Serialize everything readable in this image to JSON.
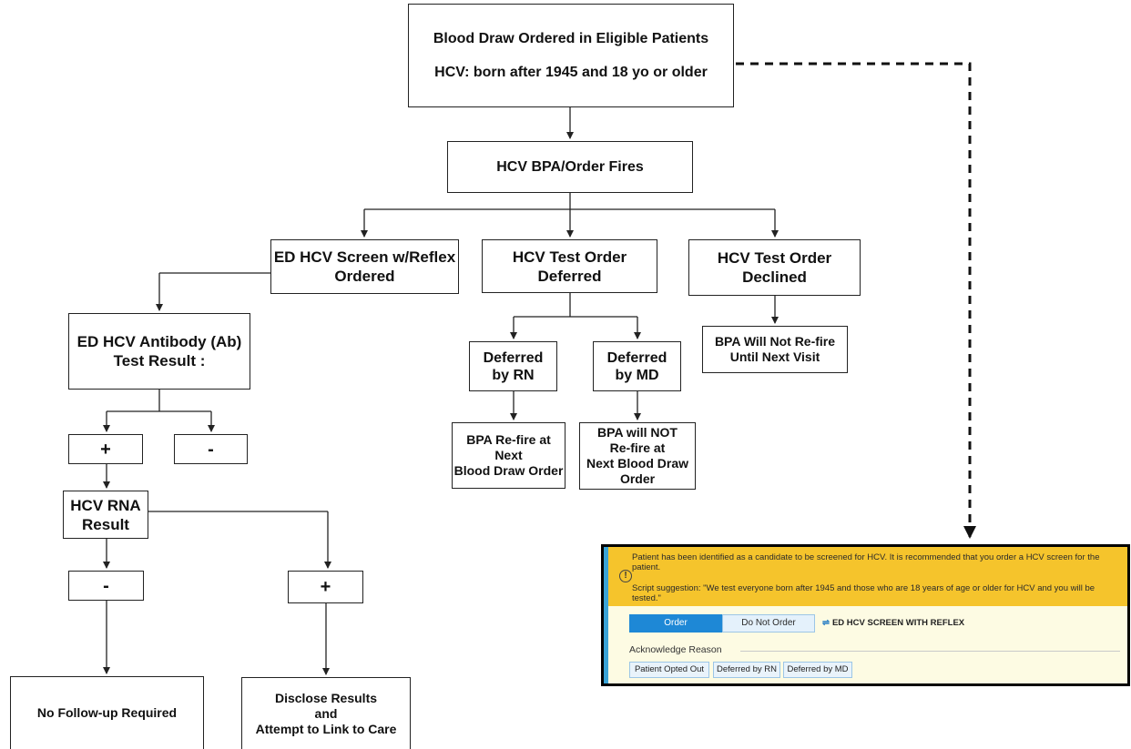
{
  "flowchart": {
    "top": {
      "line1": "Blood Draw Ordered in Eligible Patients",
      "line2": "HCV: born after 1945 and 18 yo or older"
    },
    "bpa_fires": "HCV BPA/Order Fires",
    "screen_ordered": {
      "line1": "ED HCV Screen w/Reflex",
      "line2": "Ordered"
    },
    "deferred": {
      "line1": "HCV Test Order",
      "line2": "Deferred"
    },
    "declined": {
      "line1": "HCV Test Order",
      "line2": "Declined"
    },
    "antibody": {
      "line1": "ED HCV Antibody (Ab)",
      "line2": "Test Result :"
    },
    "ab_positive": "+",
    "ab_negative": "-",
    "deferred_rn": {
      "line1": "Deferred",
      "line2": "by RN"
    },
    "deferred_md": {
      "line1": "Deferred",
      "line2": "by MD"
    },
    "no_refire": {
      "line1": "BPA Will Not Re-fire",
      "line2": "Until Next Visit"
    },
    "refire_next": {
      "line1": "BPA Re-fire at",
      "line2": "Next",
      "line3": "Blood Draw Order"
    },
    "not_refire_next": {
      "line1": "BPA will NOT",
      "line2": "Re-fire at",
      "line3": "Next Blood Draw",
      "line4": "Order"
    },
    "rna": {
      "line1": "HCV RNA",
      "line2": "Result"
    },
    "rna_negative": "-",
    "rna_positive": "+",
    "no_followup": "No Follow-up Required",
    "disclose": {
      "line1": "Disclose Results",
      "line2": "and",
      "line3": "Attempt to Link to Care"
    }
  },
  "bpa_panel": {
    "warning_icon": "exclamation-circle-icon",
    "message_line1": "Patient has been identified as a candidate to be screened for HCV. It is recommended that you order a HCV screen for the",
    "message_line2": "patient.",
    "script_line1": "Script suggestion: \"We test everyone born after 1945 and those who are 18 years of age or older for HCV and you will be",
    "script_line2": "tested.\"",
    "order_button": "Order",
    "do_not_order_button": "Do Not Order",
    "order_icon": "order-link-icon",
    "order_name": "ED HCV SCREEN WITH REFLEX",
    "acknowledge_title": "Acknowledge Reason",
    "reasons": [
      "Patient Opted Out",
      "Deferred by RN",
      "Deferred by MD"
    ]
  },
  "colors": {
    "warning_bar": "#f5c42c",
    "panel_body": "#fdfbe3",
    "accent_blue": "#1e88d6",
    "side_stripe": "#3aa3d6"
  }
}
